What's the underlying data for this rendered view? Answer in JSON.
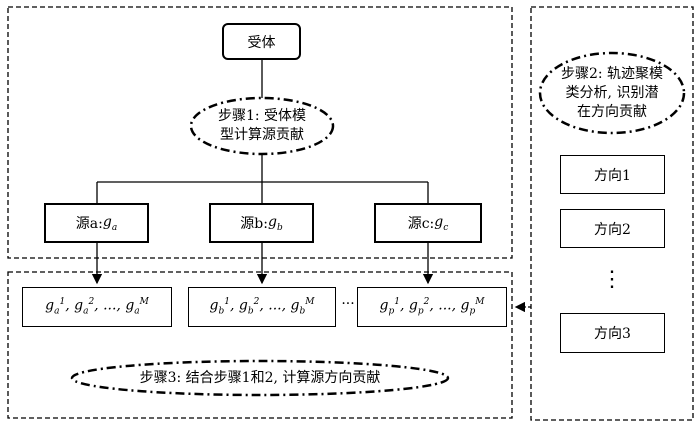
{
  "recipient": "受体",
  "step1": {
    "line1": "步骤1: 受体模",
    "line2": "型计算源贡献"
  },
  "sources": [
    {
      "label": "源a:",
      "sym": "g",
      "sub": "a"
    },
    {
      "label": "源b:",
      "sym": "g",
      "sub": "b"
    },
    {
      "label": "源c:",
      "sym": "g",
      "sub": "c"
    }
  ],
  "sequences": [
    {
      "sub": "a"
    },
    {
      "sub": "b"
    },
    {
      "sub": "p"
    }
  ],
  "seq_gap": "···",
  "step2": {
    "line1": "步骤2: 轨迹聚模",
    "line2": "类分析, 识别潜",
    "line3": "在方向贡献"
  },
  "directions": [
    "方向1",
    "方向2",
    "方向3"
  ],
  "dir_dots": "⋮",
  "step3": "步骤3: 结合步骤1和2, 计算源方向贡献"
}
